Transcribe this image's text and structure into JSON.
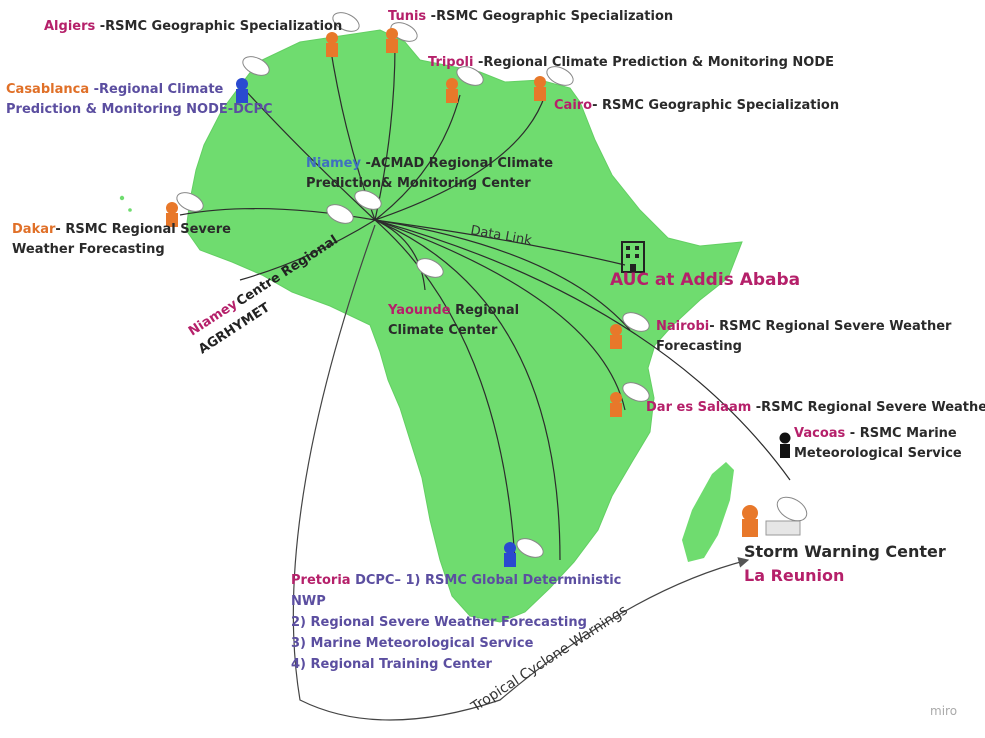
{
  "centers": {
    "algiers": {
      "name": "Algiers",
      "desc": " -RSMC Geographic Specialization"
    },
    "tunis": {
      "name": "Tunis",
      "desc": "  -RSMC  Geographic Specialization"
    },
    "tripoli": {
      "name": "Tripoli",
      "desc": " -Regional Climate Prediction & Monitoring NODE"
    },
    "cairo": {
      "name": "Cairo",
      "desc": "- RSMC Geographic Specialization"
    },
    "casablanca": {
      "name": "Casablanca",
      "desc1": " -Regional Climate",
      "desc2": "Prediction & Monitoring NODE-DCPC"
    },
    "niamey_acmad": {
      "name": "Niamey",
      "desc1": " -ACMAD Regional Climate",
      "desc2": "Prediction& Monitoring Center"
    },
    "dakar": {
      "name": "Dakar",
      "desc1": "- RSMC Regional Severe",
      "desc2": "Weather Forecasting"
    },
    "niamey_agrhymet": {
      "name": "Niamey",
      "desc1": " Centre Regional",
      "desc2": "AGRHYMET"
    },
    "yaounde": {
      "name": "Yaounde",
      "desc1": " Regional",
      "desc2": "Climate Center"
    },
    "auc": {
      "name": "AUC at Addis Ababa"
    },
    "nairobi": {
      "name": "Nairobi",
      "desc1": "- RSMC Regional Severe Weather",
      "desc2": "Forecasting"
    },
    "dar": {
      "name": "Dar es Salaam",
      "desc": " -RSMC Regional Severe Weather"
    },
    "vacoas": {
      "name": "Vacoas",
      "desc1": " - RSMC Marine",
      "desc2": "Meteorological Service"
    },
    "reunion": {
      "line1": "Storm Warning Center",
      "line2": "La Reunion"
    },
    "pretoria": {
      "name": "Pretoria",
      "desc1": " DCPC– 1) RSMC Global Deterministic",
      "desc2": "NWP",
      "desc3": "2) Regional Severe Weather Forecasting",
      "desc4": "3) Marine Meteorological Service",
      "desc5": "4) Regional Training Center"
    }
  },
  "links": {
    "data_link": "Data Link",
    "tropical": "Tropical Cyclone Warnings"
  },
  "watermark": "miro",
  "colors": {
    "land": "#6fdc6f",
    "magenta": "#b5206a",
    "orange": "#e07028",
    "blue": "#3f6fc0",
    "icon_orange": "#e8782a",
    "icon_blue": "#2a4ad0"
  }
}
